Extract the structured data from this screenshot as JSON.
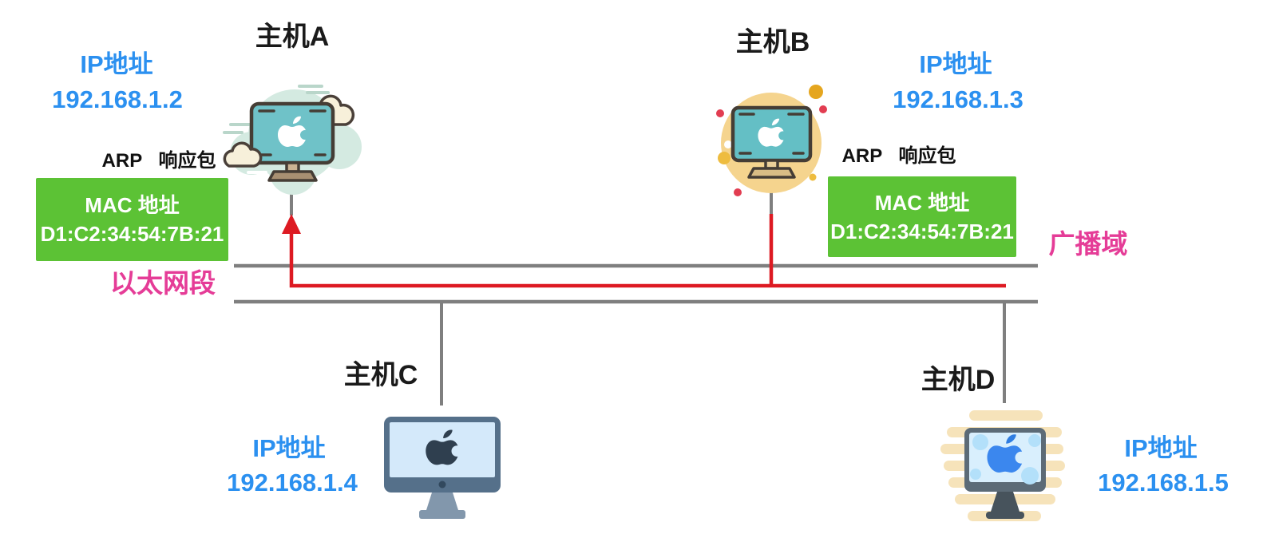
{
  "diagram": {
    "title_semantic": "ARP response broadcast on an Ethernet segment",
    "hosts": [
      {
        "id": "A",
        "name": "主机A",
        "ip_label": "IP地址",
        "ip": "192.168.1.2"
      },
      {
        "id": "B",
        "name": "主机B",
        "ip_label": "IP地址",
        "ip": "192.168.1.3"
      },
      {
        "id": "C",
        "name": "主机C",
        "ip_label": "IP地址",
        "ip": "192.168.1.4"
      },
      {
        "id": "D",
        "name": "主机D",
        "ip_label": "IP地址",
        "ip": "192.168.1.5"
      }
    ],
    "arp_packets": [
      {
        "near_host": "A",
        "title": "ARP 响应包",
        "mac_label": "MAC 地址",
        "mac": "D1:C2:34:54:7B:21"
      },
      {
        "near_host": "B",
        "title": "ARP 响应包",
        "mac_label": "MAC 地址",
        "mac": "D1:C2:34:54:7B:21"
      }
    ],
    "labels": {
      "ethernet_segment": "以太网段",
      "broadcast_domain": "广播域"
    },
    "colors": {
      "ip_text_blue": "#2b90f0",
      "packet_box_green": "#5cc235",
      "packet_text": "#ffffff",
      "annotation_pink": "#e53c97",
      "arp_path_red": "#dd1a22",
      "bus_line_gray": "#7f7f7f",
      "host_label_black": "#1a1a1a"
    }
  }
}
